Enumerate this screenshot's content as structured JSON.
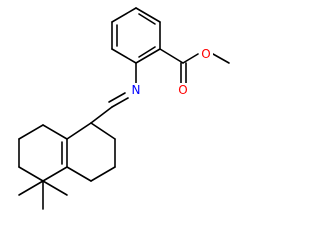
{
  "colors": {
    "background": "#ffffff",
    "bond": "#000000",
    "oxygen": "#ff0000",
    "nitrogen": "#0000ff"
  },
  "atoms": {
    "carbonyl_oxygen": "O",
    "ester_oxygen": "O",
    "imine_nitrogen": "N"
  }
}
